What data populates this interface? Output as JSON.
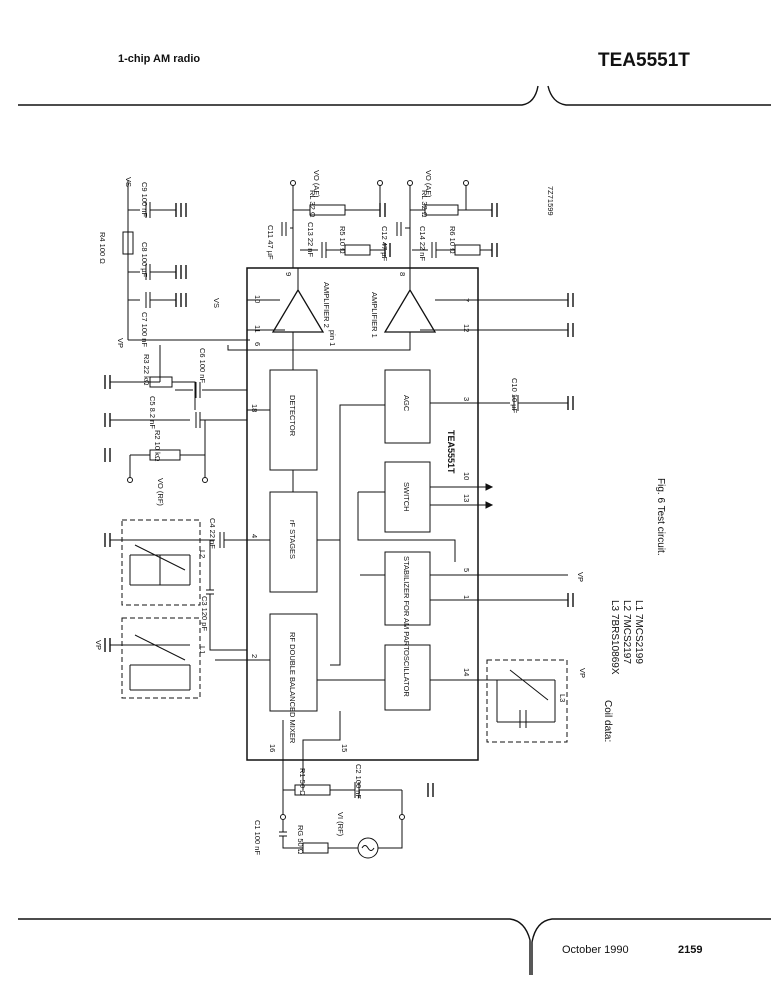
{
  "header": {
    "left": "1-chip AM radio",
    "right": "TEA5551T"
  },
  "footer": {
    "date": "October 1990",
    "page": "2159"
  },
  "figure": {
    "caption": "Fig. 6 Test circuit.",
    "drawing_number": "7Z71599",
    "ic_name": "TEA5551T",
    "coil_title": "Coil data:",
    "coils": [
      "L1  7MCS2199",
      "L2  7MCS2197",
      "L3  7BRS10869X"
    ],
    "blocks": {
      "detector": "DETECTOR",
      "agc": "AGC",
      "rf_stages": "rF STAGES",
      "switch": "SWITCH",
      "stabilizer": "STABILIZER FOR AM PART",
      "mixer": "RF DOUBLE BALANCED MIXER",
      "oscillator": "OSCILLATOR",
      "amp1": "AMPLIFIER 1",
      "amp2": "AMPLIFIER 2"
    },
    "pins": [
      "10",
      "11",
      "9",
      "6",
      "8",
      "7",
      "12",
      "18",
      "3",
      "4",
      "10",
      "13",
      "5",
      "1",
      "2",
      "14",
      "16",
      "15"
    ],
    "labels": {
      "vs": "VS",
      "vp": "VP",
      "c9": "C9 100 nF",
      "c8": "C8 100 µF",
      "r4": "R4 100 Ω",
      "c7": "C7 100 nF",
      "r3": "R3 22 kΩ",
      "c6": "C6 100 nF",
      "c5": "C5 8.2 nF",
      "r2": "R2 10 kΩ",
      "vo_rf": "VO (RF)",
      "c4": "C4 22 nF",
      "c3": "C3 120 pF",
      "l1": "L1",
      "l2": "L2",
      "l3": "L3",
      "c11": "C11 47 µF",
      "c13": "C13 22 nF",
      "r5": "R5 10 Ω",
      "rl2": "RL 32 Ω",
      "vo_af2": "VO (AF)",
      "c12": "C12 47 µF",
      "c14": "C14 22 nF",
      "r6": "R6 10 Ω",
      "rl1": "RL 32 Ω",
      "vo_af1": "VO (AF)",
      "c10": "C10 10 µF",
      "pin1": "pin 1",
      "c1": "C1 100 nF",
      "rg": "RG 50 Ω",
      "vi": "VI (RF)",
      "r1": "R1 50 Ω",
      "c2": "C2 100 nF"
    }
  }
}
